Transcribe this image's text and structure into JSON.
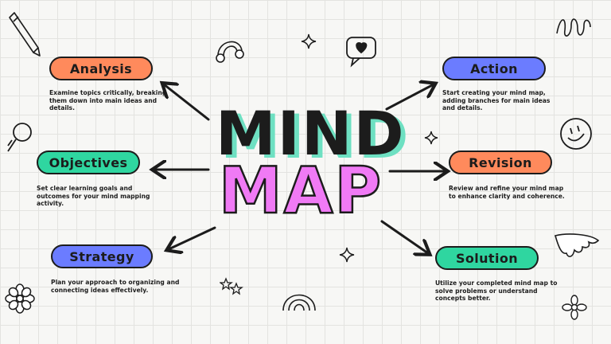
{
  "title": {
    "line1": "MIND",
    "line2": "MAP"
  },
  "nodes": {
    "analysis": {
      "label": "Analysis",
      "color": "#ff8a5c",
      "text": "Examine topics critically, breaking them down into main ideas and details."
    },
    "objectives": {
      "label": "Objectives",
      "color": "#2fd6a0",
      "text": "Set clear learning goals and outcomes for your mind mapping activity."
    },
    "strategy": {
      "label": "Strategy",
      "color": "#6b7cff",
      "text": "Plan your approach to organizing and connecting ideas effectively."
    },
    "action": {
      "label": "Action",
      "color": "#6b7cff",
      "text": "Start creating your mind map, adding branches for main ideas and details."
    },
    "revision": {
      "label": "Revision",
      "color": "#ff8a5c",
      "text": "Review and refine your mind map to enhance clarity and coherence."
    },
    "solution": {
      "label": "Solution",
      "color": "#2fd6a0",
      "text": "Utilize your completed mind map to solve problems or understand concepts better."
    }
  },
  "colors": {
    "mind_shadow": "#6ee0c2",
    "map_fill": "#f07af5",
    "ink": "#1c1c1c"
  },
  "doodles": [
    "pencil-icon",
    "rainbow-icon",
    "heart-bubble-icon",
    "sparkle-icon",
    "squiggle-icon",
    "magnifier-icon",
    "smiley-icon",
    "wing-icon",
    "flower-icon",
    "stars-icon"
  ]
}
